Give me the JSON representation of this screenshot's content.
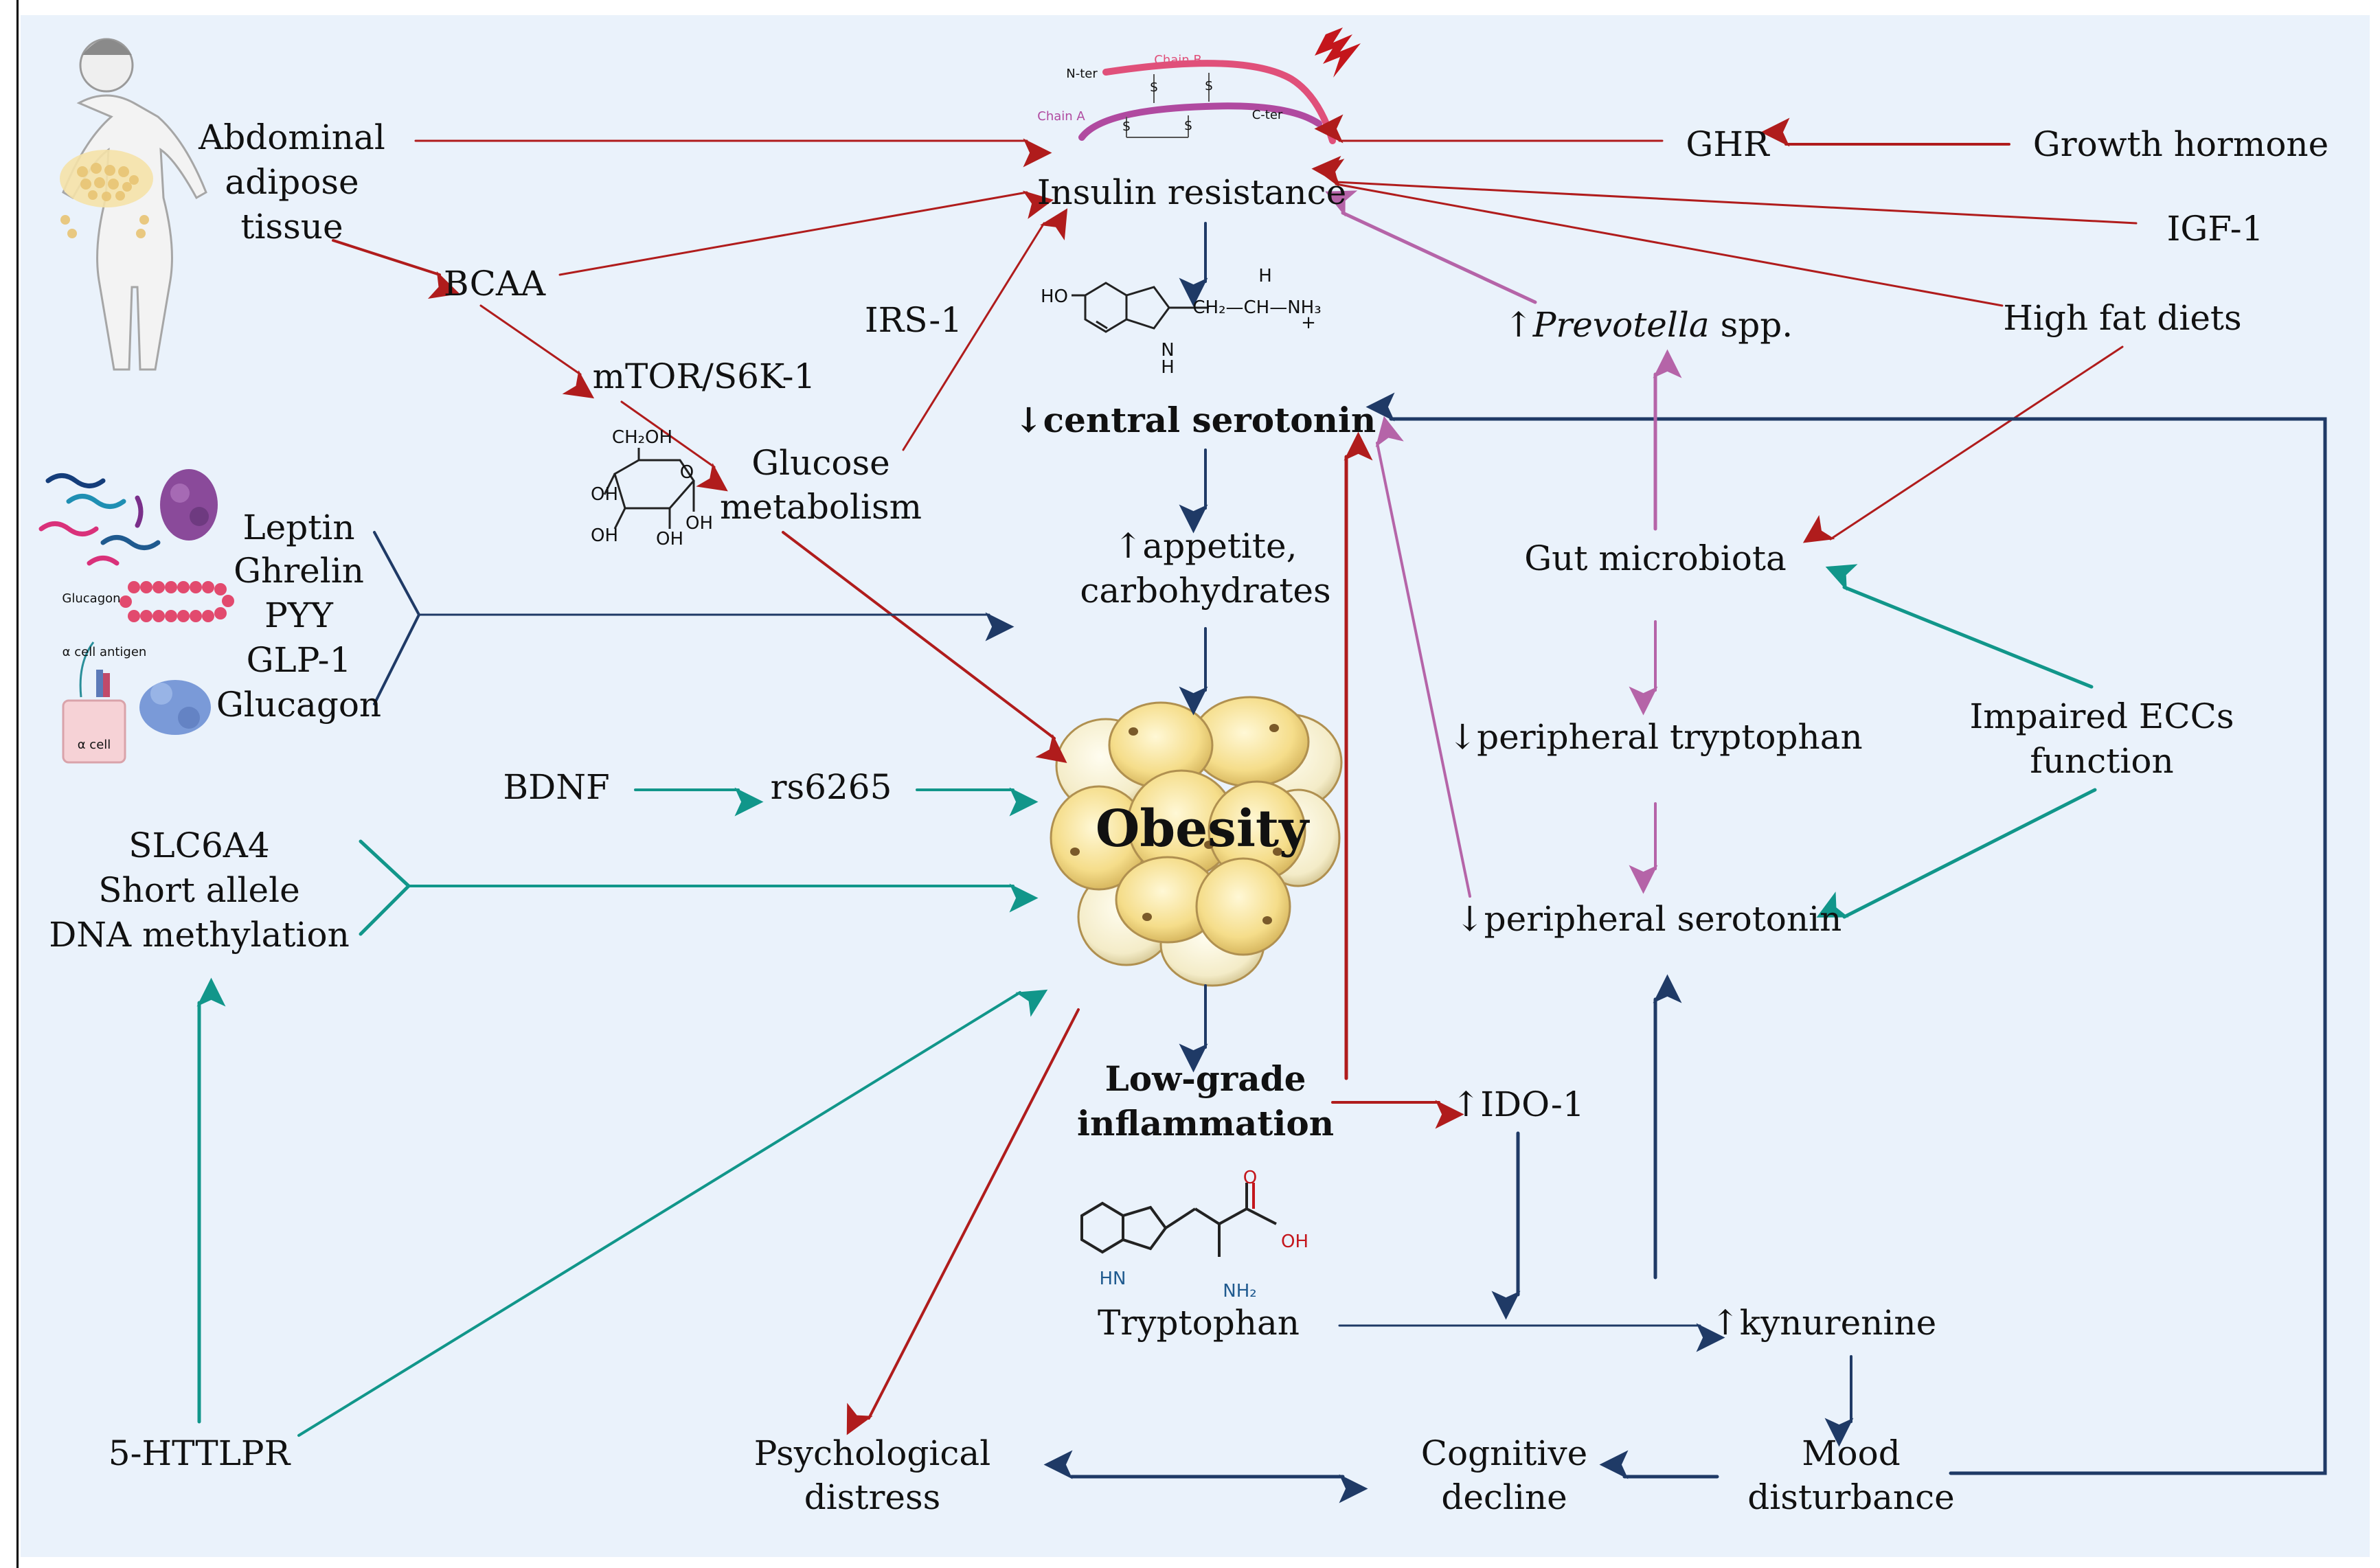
{
  "colors": {
    "background": "#eaf2fb",
    "red_arrow": "#b01c1c",
    "navy_arrow": "#1f3a66",
    "teal_arrow": "#11968a",
    "purple_arrow": "#b564a8"
  },
  "icons": [
    "human-body-icon",
    "insulin-molecule-icon",
    "lightning-icon",
    "serotonin-molecule-icon",
    "glucose-molecule-icon",
    "hormone-molecules-icon",
    "adipocytes-icon",
    "tryptophan-molecule-icon"
  ],
  "labels": {
    "abdominal_adipose_line1": "Abdominal",
    "abdominal_adipose_line2": "adipose",
    "abdominal_adipose_line3": "tissue",
    "bcaa": "BCAA",
    "mtor": "mTOR/S6K-1",
    "glucose_line1": "Glucose",
    "glucose_line2": "metabolism",
    "irs1": "IRS-1",
    "insulin_resistance": "Insulin resistance",
    "ghr": "GHR",
    "growth_hormone": "Growth hormone",
    "igf1": "IGF-1",
    "high_fat_diets": "High fat diets",
    "prevotella_prefix": "↑",
    "prevotella_genus": "Prevotella",
    "prevotella_suffix": " spp.",
    "central_serotonin": "↓central serotonin",
    "appetite_line1": "↑appetite,",
    "appetite_line2": "carbohydrates",
    "gut_microbiota": "Gut microbiota",
    "leptin": "Leptin",
    "ghrelin": "Ghrelin",
    "pyy": "PYY",
    "glp1": "GLP-1",
    "glucagon": "Glucagon",
    "peripheral_tryptophan": "↓peripheral tryptophan",
    "impaired_eccs_line1": "Impaired ECCs",
    "impaired_eccs_line2": "function",
    "bdnf": "BDNF",
    "rs6265": "rs6265",
    "obesity": "Obesity",
    "slc6a4": "SLC6A4",
    "short_allele": "Short allele",
    "dna_methylation": "DNA methylation",
    "peripheral_serotonin": "↓peripheral serotonin",
    "low_grade_line1": "Low-grade",
    "low_grade_line2": "inflammation",
    "ido1": "↑IDO-1",
    "tryptophan": "Tryptophan",
    "kynurenine": "↑kynurenine",
    "httlpr": "5-HTTLPR",
    "psych_line1": "Psychological",
    "psych_line2": "distress",
    "cognitive_line1": "Cognitive",
    "cognitive_line2": "decline",
    "mood_line1": "Mood",
    "mood_line2": "disturbance"
  },
  "molecule_text": {
    "chain_b": "Chain B",
    "chain_a": "Chain A",
    "n_ter": "N-ter",
    "c_ter": "C-ter",
    "s": "S",
    "serotonin_ho": "HO",
    "serotonin_h": "H",
    "serotonin_nh": "N",
    "serotonin_nh_h": "H",
    "serotonin_chain": "CH₂—CH—NH₃",
    "serotonin_plus": "+",
    "glucose_ch2oh": "CH₂OH",
    "glucose_oh": "OH",
    "glucose_o": "O",
    "trp_o": "O",
    "trp_oh": "OH",
    "trp_hn": "HN",
    "trp_nh2": "NH₂",
    "glucagon_label": "Glucagon",
    "alpha_cell_antigen": "α cell antigen",
    "alpha_cell": "α cell"
  }
}
